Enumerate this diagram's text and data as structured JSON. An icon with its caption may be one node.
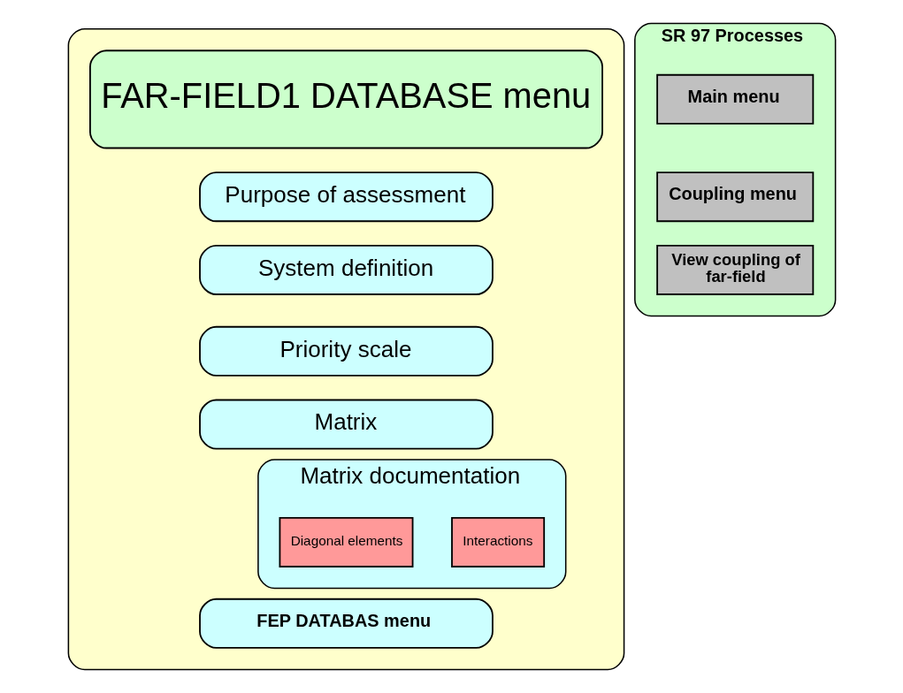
{
  "diagram": {
    "nodes": [
      {
        "text": [],
        "shape": "box"
      },
      {
        "text": [
          "FAR-FIELD1 DATABASE menu"
        ],
        "in": 0
      },
      {
        "text": [
          "Purpose of assessment"
        ],
        "in": 0
      },
      {
        "text": [
          "System definition"
        ],
        "in": 0
      },
      {
        "text": [
          "Priority scale"
        ],
        "in": 0
      },
      {
        "text": [
          "Matrix"
        ],
        "in": 0
      },
      {
        "text": [
          "Matrix documentation"
        ],
        "in": 0
      },
      {
        "text": [
          "Diagonal elements"
        ],
        "in": 6
      },
      {
        "text": [
          "Interactions"
        ],
        "in": 6
      },
      {
        "text": [
          "FEP DATABAS menu"
        ],
        "in": 0
      },
      {
        "text": [
          "SR 97 Processes"
        ]
      },
      {
        "text": [
          "Main menu"
        ],
        "in": 10
      },
      {
        "text": [
          "Coupling menu"
        ],
        "in": 10
      },
      {
        "text": [
          "View coupling of far-field"
        ],
        "in": 10
      }
    ]
  }
}
